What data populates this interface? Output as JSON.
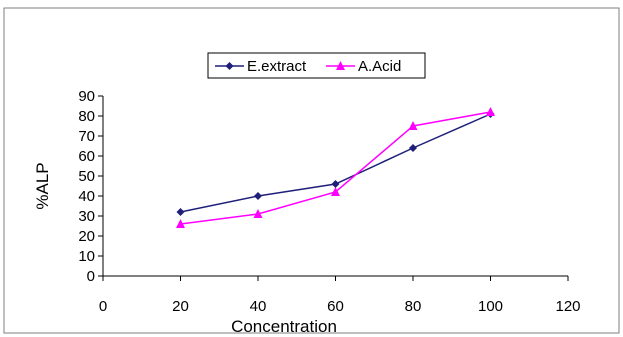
{
  "chart_data": {
    "type": "line",
    "title": "",
    "xlabel": "Concentration",
    "ylabel": "%ALP",
    "xlim": [
      0,
      120
    ],
    "ylim": [
      0,
      90
    ],
    "x_ticks": [
      "0",
      "20",
      "40",
      "60",
      "80",
      "100",
      "120"
    ],
    "y_ticks": [
      "0",
      "10",
      "20",
      "30",
      "40",
      "50",
      "60",
      "70",
      "80",
      "90"
    ],
    "grid": false,
    "legend_position": "top-center",
    "series": [
      {
        "name": "E.extract",
        "color": "#1f1f7a",
        "marker": "diamond",
        "x": [
          20,
          40,
          60,
          80,
          100
        ],
        "y": [
          32,
          40,
          46,
          64,
          81
        ]
      },
      {
        "name": "A.Acid",
        "color": "#ff00ff",
        "marker": "triangle",
        "x": [
          20,
          40,
          60,
          80,
          100
        ],
        "y": [
          26,
          31,
          42,
          75,
          82
        ]
      }
    ]
  }
}
